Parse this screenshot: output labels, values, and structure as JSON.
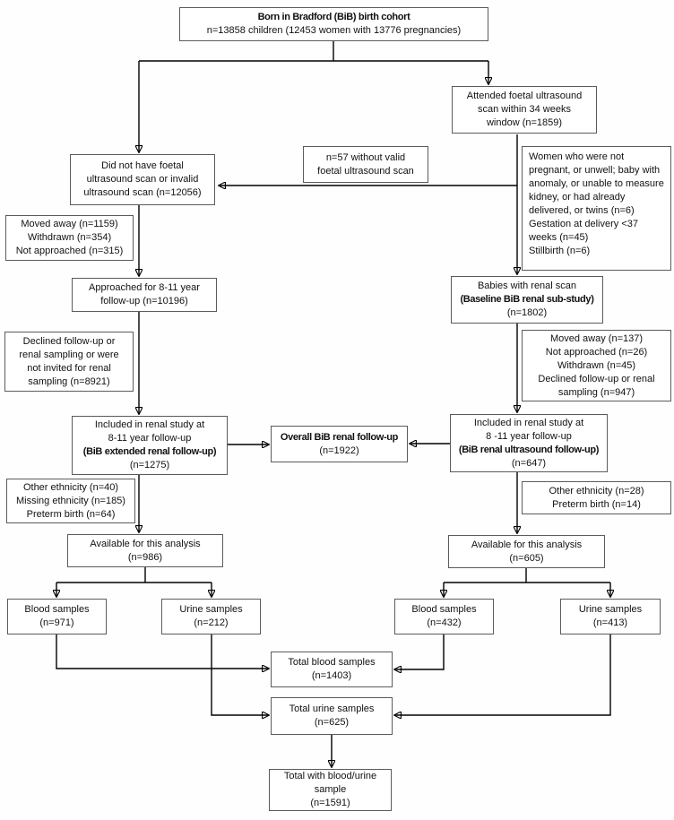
{
  "colors": {
    "box_border": "#5b5b5b",
    "arrow": "#000000",
    "text": "#111111",
    "background": "#fefefe"
  },
  "boxes": {
    "cohort": {
      "l1": "Born in Bradford (BiB) birth cohort",
      "l2": "n=13858 children (12453 women with 13776 pregnancies)"
    },
    "attended": {
      "l1": "Attended foetal ultrasound",
      "l2": "scan within 34 weeks",
      "l3": "window (n=1859)"
    },
    "no_scan": {
      "l1": "Did not have foetal",
      "l2": "ultrasound scan or invalid",
      "l3": "ultrasound scan (n=12056)"
    },
    "invalid_scan": {
      "l1": "n=57 without valid",
      "l2": "foetal ultrasound scan"
    },
    "excluded_women": {
      "l1": "Women who were not pregnant, or unwell; baby with anomaly, or unable to measure kidney, or had already delivered, or twins (n=6)",
      "l2": "Gestation at delivery <37 weeks (n=45)",
      "l3": "Stillbirth (n=6)"
    },
    "attrition_left_1": {
      "l1": "Moved away (n=1159)",
      "l2": "Withdrawn (n=354)",
      "l3": "Not approached (n=315)"
    },
    "approached": {
      "l1": "Approached for 8-11 year",
      "l2": "follow-up (n=10196)"
    },
    "renal_substudy": {
      "l1": "Babies with renal scan",
      "l2": "(Baseline BiB renal sub-study)",
      "l3": "(n=1802)"
    },
    "attrition_left_2": {
      "l1": "Declined follow-up or",
      "l2": "renal sampling or were",
      "l3": "not invited for renal",
      "l4": "sampling (n=8921)"
    },
    "attrition_right": {
      "l1": "Moved away (n=137)",
      "l2": "Not approached (n=26)",
      "l3": "Withdrawn (n=45)",
      "l4": "Declined follow-up or renal",
      "l5": "sampling (n=947)"
    },
    "included_extended": {
      "l1": "Included in renal study at",
      "l2": "8-11 year follow-up",
      "l3": "(BiB extended renal follow-up)",
      "l4": "(n=1275)"
    },
    "overall": {
      "l1": "Overall BiB renal follow-up",
      "l2": "(n=1922)"
    },
    "included_ultrasound": {
      "l1": "Included in renal study at",
      "l2": "8 -11 year follow-up",
      "l3": "(BiB renal ultrasound follow-up)",
      "l4": "(n=647)"
    },
    "excluded_eth_left": {
      "l1": "Other ethnicity (n=40)",
      "l2": "Missing ethnicity (n=185)",
      "l3": "Preterm birth (n=64)"
    },
    "excluded_eth_right": {
      "l1": "Other ethnicity (n=28)",
      "l2": "Preterm birth (n=14)"
    },
    "available_left": {
      "l1": "Available for this analysis",
      "l2": "(n=986)"
    },
    "available_right": {
      "l1": "Available for this analysis",
      "l2": "(n=605)"
    },
    "blood_left": {
      "l1": "Blood samples",
      "l2": "(n=971)"
    },
    "urine_left": {
      "l1": "Urine samples",
      "l2": "(n=212)"
    },
    "blood_right": {
      "l1": "Blood samples",
      "l2": "(n=432)"
    },
    "urine_right": {
      "l1": "Urine samples",
      "l2": "(n=413)"
    },
    "total_blood": {
      "l1": "Total blood samples",
      "l2": "(n=1403)"
    },
    "total_urine": {
      "l1": "Total urine samples",
      "l2": "(n=625)"
    },
    "total_combined": {
      "l1": "Total with blood/urine",
      "l2": "sample",
      "l3": "(n=1591)"
    }
  }
}
